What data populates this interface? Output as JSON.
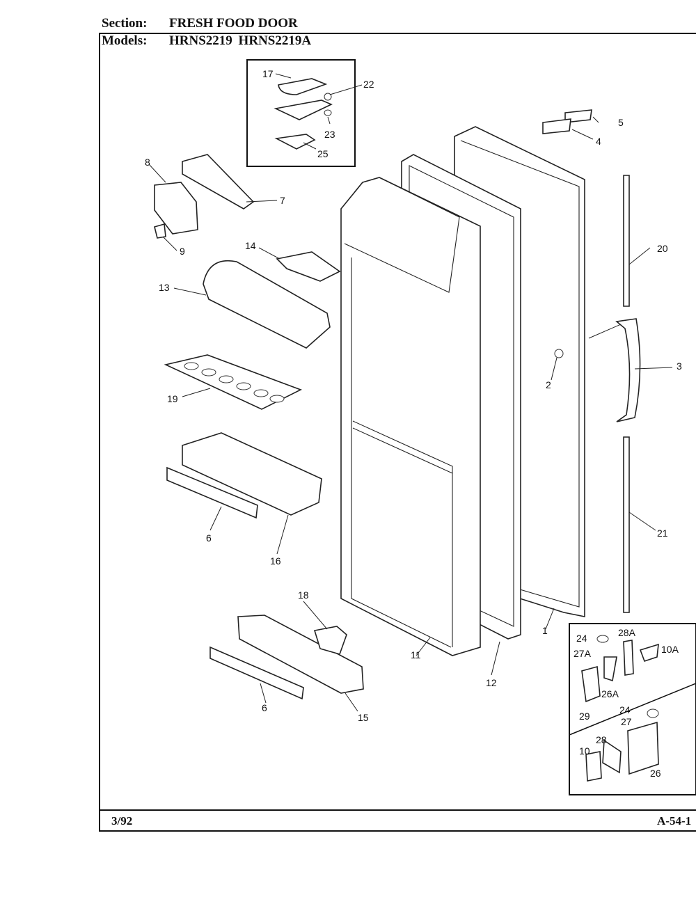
{
  "header": {
    "section_label": "Section:",
    "section_value": "FRESH FOOD DOOR",
    "models_label": "Models:",
    "models_value": "HRNS2219  HRNS2219A"
  },
  "footer": {
    "date": "3/92",
    "page_code": "A-54-1"
  },
  "callouts": {
    "p2": "2",
    "p3": "3",
    "p4": "4",
    "p5": "5",
    "p6a": "6",
    "p6b": "6",
    "p7": "7",
    "p8": "8",
    "p9": "9",
    "p10": "10",
    "p10A": "10A",
    "p11": "11",
    "p12": "12",
    "p13": "13",
    "p14": "14",
    "p15": "15",
    "p16": "16",
    "p17": "17",
    "p18": "18",
    "p19": "19",
    "p20": "20",
    "p21": "21",
    "p22": "22",
    "p23": "23",
    "p24a": "24",
    "p24b": "24",
    "p25": "25",
    "p26": "26",
    "p26A": "26A",
    "p27": "27",
    "p27A": "27A",
    "p28": "28",
    "p28A": "28A",
    "p29": "29",
    "p1": "1"
  }
}
